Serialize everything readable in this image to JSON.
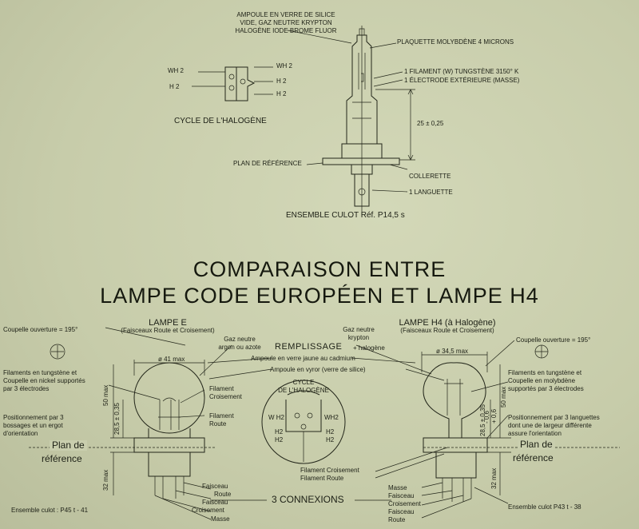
{
  "top": {
    "ampoule_line1": "AMPOULE EN VERRE DE SILICE",
    "ampoule_line2": "VIDE, GAZ NEUTRE KRYPTON",
    "ampoule_line3": "HALOGÈNE IODE BROME FLUOR",
    "plaquette": "PLAQUETTE MOLYBDÈNE 4 MICRONS",
    "filament": "1 FILAMENT (W) TUNGSTÈNE 3150° K",
    "electrode": "1 ÉLECTRODE EXTÉRIEURE (MASSE)",
    "dimension": "25 ± 0,25",
    "plan_reference": "PLAN DE RÉFÉRENCE",
    "collerette": "COLLERETTE",
    "languette": "1 LANGUETTE",
    "culot": "ENSEMBLE CULOT Réf. P14,5 s",
    "cycle_title": "CYCLE DE L'HALOGÈNE",
    "wh2_left": "WH 2",
    "wh2_right": "WH 2",
    "h2_left": "H 2",
    "h2_right_a": "H 2",
    "h2_right_b": "H 2"
  },
  "heading": {
    "line1": "COMPARAISON ENTRE",
    "line2": "LAMPE CODE EUROPÉEN ET LAMPE H4"
  },
  "left_lamp": {
    "title": "LAMPE E",
    "subtitle": "(Faisceaux Route et Croisement)",
    "coupelle": "Coupelle ouverture = 195°",
    "diameter": "ø 41 max",
    "filaments_1": "Filaments en tungstène et",
    "filaments_2": "Coupelle en nickel supportés",
    "filaments_3": "par 3 électrodes",
    "filament_croisement_1": "Filament",
    "filament_croisement_2": "Croisement",
    "filament_route_1": "Filament",
    "filament_route_2": "Route",
    "positionnement_1": "Positionnement par 3",
    "positionnement_2": "bossages et un ergot",
    "positionnement_3": "d'orientation",
    "dim_50": "50 max",
    "dim_28": "28,5 ± 0,35",
    "dim_32": "32 max",
    "plan_1": "Plan de",
    "plan_2": "référence",
    "faisceau_1": "Faisceau",
    "faisceau_2": "Route",
    "faisceau_3": "Faisceau",
    "faisceau_4": "Croisement",
    "masse": "Masse",
    "culot": "Ensemble culot : P45 t - 41"
  },
  "center": {
    "gaz_1": "Gaz neutre",
    "gaz_2": "argon ou azote",
    "remplissage": "REMPLISSAGE",
    "gaz_right_1": "Gaz neutre",
    "gaz_right_2": "krypton",
    "halogene": "+ halogène",
    "ampoule_jaune": "Ampoule en verre jaune au cadmium",
    "ampoule_vycor": "Ampoule en vyror (verre de silice)",
    "cycle_1": "CYCLE",
    "cycle_2": "DE L'HALOGÈNE",
    "w_h2": "W H2",
    "wh2": "WH2",
    "h2_a": "H2",
    "h2_b": "H2",
    "h2_c": "H2",
    "h2_d": "H2",
    "filament_croisement": "Filament Croisement",
    "filament_route": "Filament Route",
    "connexions": "3 CONNEXIONS"
  },
  "right_lamp": {
    "title": "LAMPE H4 (à Halogène)",
    "subtitle": "(Faisceaux Route et Croisement)",
    "coupelle": "Coupelle ouverture = 195°",
    "diameter": "ø 34,5 max",
    "filaments_1": "Filaments en tungstène et",
    "filaments_2": "Coupelle en molybdène",
    "filaments_3": "supportés par 3 électrodes",
    "positionnement_1": "Positionnement par 3 languettes",
    "positionnement_2": "dont une de largeur différente",
    "positionnement_3": "assure l'orientation",
    "dim_50": "50 max",
    "dim_28": "28,5 ± 0,35",
    "dim_06": "+ 0,6",
    "dim_06b": "- 0,6",
    "dim_32": "32 max",
    "plan_1": "Plan de",
    "plan_2": "référence",
    "masse": "Masse",
    "faisceau_1": "Faisceau",
    "faisceau_2": "Croisement",
    "faisceau_3": "Faisceau",
    "faisceau_4": "Route",
    "culot": "Ensemble culot P43 t - 38"
  }
}
